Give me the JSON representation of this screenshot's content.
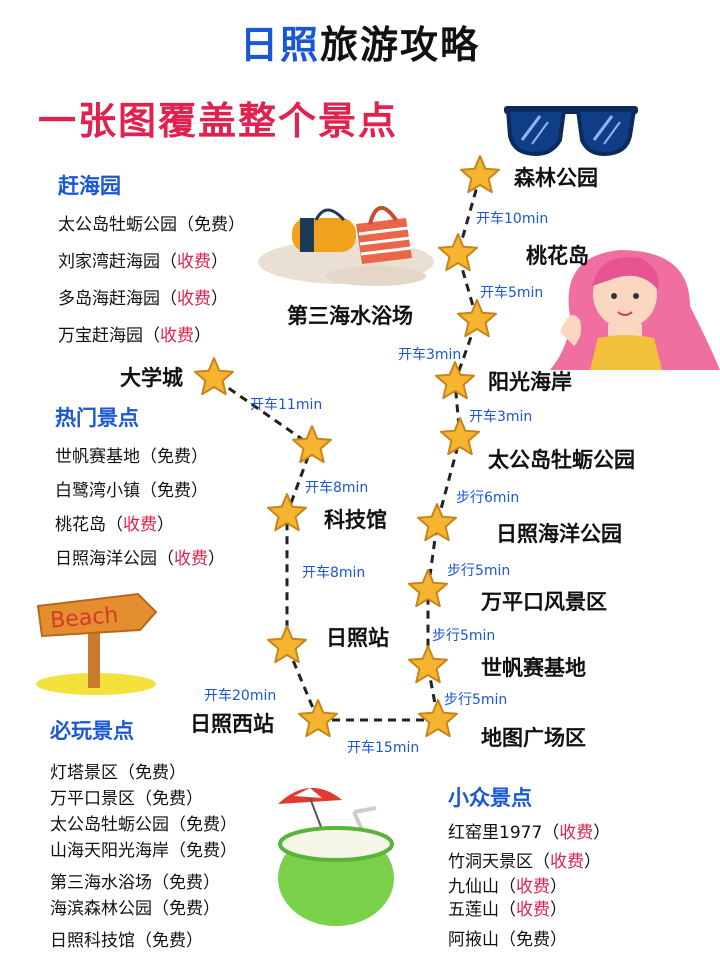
{
  "title": {
    "highlight": "日照",
    "rest": "旅游攻略"
  },
  "subtitle": "一张图覆盖整个景点",
  "sections": {
    "ganhaiyuan": {
      "heading": "赶海园",
      "items": [
        {
          "name": "太公岛牡蛎公园",
          "l": "（",
          "fee": "免费",
          "r": "）",
          "paid": false
        },
        {
          "name": "刘家湾赶海园",
          "l": "（",
          "fee": "收费",
          "r": "）",
          "paid": true
        },
        {
          "name": "多岛海赶海园",
          "l": "（",
          "fee": "收费",
          "r": "）",
          "paid": true
        },
        {
          "name": "万宝赶海园",
          "l": "（",
          "fee": "收费",
          "r": "）",
          "paid": true
        }
      ]
    },
    "hot": {
      "heading": "热门景点",
      "items": [
        {
          "name": "世帆赛基地",
          "l": "（",
          "fee": "免费",
          "r": "）",
          "paid": false
        },
        {
          "name": "白鹭湾小镇",
          "l": "（",
          "fee": "免费",
          "r": "）",
          "paid": false
        },
        {
          "name": "桃花岛",
          "l": "（",
          "fee": "收费",
          "r": "）",
          "paid": true
        },
        {
          "name": "日照海洋公园",
          "l": "（",
          "fee": "收费",
          "r": "）",
          "paid": true
        }
      ]
    },
    "must": {
      "heading": "必玩景点",
      "items": [
        {
          "name": "灯塔景区",
          "l": "（",
          "fee": "免费",
          "r": "）",
          "paid": false
        },
        {
          "name": "万平口景区",
          "l": "（",
          "fee": "免费",
          "r": "）",
          "paid": false
        },
        {
          "name": "太公岛牡蛎公园",
          "l": "（",
          "fee": "免费",
          "r": "）",
          "paid": false
        },
        {
          "name": "山海天阳光海岸",
          "l": "（",
          "fee": "免费",
          "r": "）",
          "paid": false
        },
        {
          "name": "第三海水浴场",
          "l": "（",
          "fee": "免费",
          "r": "）",
          "paid": false
        },
        {
          "name": "海滨森林公园",
          "l": "（",
          "fee": "免费",
          "r": "）",
          "paid": false
        },
        {
          "name": "日照科技馆",
          "l": "（",
          "fee": "免费",
          "r": "）",
          "paid": false
        }
      ]
    },
    "niche": {
      "heading": "小众景点",
      "items": [
        {
          "name": "红窑里1977",
          "l": "（",
          "fee": "收费",
          "r": "）",
          "paid": true
        },
        {
          "name": "竹洞天景区",
          "l": "（",
          "fee": "收费",
          "r": "）",
          "paid": true
        },
        {
          "name": "九仙山",
          "l": "（",
          "fee": "收费",
          "r": "）",
          "paid": true
        },
        {
          "name": "五莲山",
          "l": "（",
          "fee": "收费",
          "r": "）",
          "paid": true
        },
        {
          "name": "阿掖山",
          "l": "（",
          "fee": "免费",
          "r": "）",
          "paid": false
        }
      ]
    }
  },
  "stops": {
    "senlin": "森林公园",
    "taohua": "桃花岛",
    "disan": "第三海水浴场",
    "yangguang": "阳光海岸",
    "taigong": "太公岛牡蛎公园",
    "haiyang": "日照海洋公园",
    "wanpingkou": "万平口风景区",
    "shifan": "世帆赛基地",
    "ditu": "地图广场区",
    "xizhan": "日照西站",
    "rizhao": "日照站",
    "kejiguan": "科技馆",
    "daxue": "大学城"
  },
  "transport": {
    "t1": "开车10min",
    "t2": "开车5min",
    "t3": "开车3min",
    "t4": "开车3min",
    "t5": "步行6min",
    "t6": "步行5min",
    "t7": "步行5min",
    "t8": "步行5min",
    "t9": "开车15min",
    "t10": "开车20min",
    "t11": "开车8min",
    "t12": "开车8min",
    "t13": "开车11min"
  },
  "decor": {
    "beach_sign": "Beach"
  },
  "colors": {
    "accent_blue": "#1a57d6",
    "accent_red": "#e0224f",
    "star_fill": "#f5b531",
    "star_stroke": "#c8841a"
  },
  "icons": [
    "star-icon",
    "sunglasses-icon",
    "beach-bag-icon",
    "girl-illustration-icon",
    "beach-sign-icon",
    "coconut-drink-icon"
  ]
}
